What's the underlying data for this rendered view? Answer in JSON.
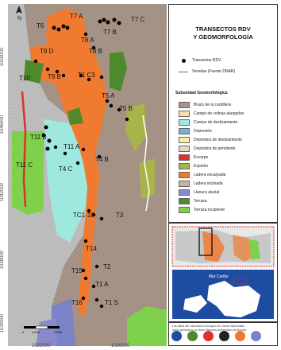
{
  "map": {
    "colors": {
      "mountain": "#a8968a",
      "mountain_dark": "#8f7c70",
      "orange": "#f07a30",
      "cyan": "#9fe8e0",
      "green": "#7fd04a",
      "dark_green": "#4e8a2c",
      "red": "#e0302a",
      "olive": "#a8b44a",
      "hillshade": "#c9c9c9",
      "blue_purple": "#7a82c8"
    },
    "transect_labels": [
      {
        "id": "t6",
        "text": "T6"
      },
      {
        "id": "t7a",
        "text": "T7 A"
      },
      {
        "id": "t7c",
        "text": "T7 C"
      },
      {
        "id": "t7b",
        "text": "T7 B"
      },
      {
        "id": "t8a",
        "text": "T8 A"
      },
      {
        "id": "t8b",
        "text": "T8 B"
      },
      {
        "id": "t9d",
        "text": "T9 D"
      },
      {
        "id": "t9b",
        "text": "T9 B"
      },
      {
        "id": "t1c3",
        "text": "T1 C3"
      },
      {
        "id": "t10",
        "text": "T10"
      },
      {
        "id": "t5a",
        "text": "T5 A"
      },
      {
        "id": "t5b",
        "text": "T5 B"
      },
      {
        "id": "t11b",
        "text": "T11 B"
      },
      {
        "id": "t11a",
        "text": "T11 A"
      },
      {
        "id": "t11c",
        "text": "T11 C"
      },
      {
        "id": "t4c",
        "text": "T4 C"
      },
      {
        "id": "t4b",
        "text": "T4 B"
      },
      {
        "id": "tc10",
        "text": "TC1-10"
      },
      {
        "id": "t3",
        "text": "T3"
      },
      {
        "id": "t14",
        "text": "T14"
      },
      {
        "id": "t15",
        "text": "T15"
      },
      {
        "id": "t2",
        "text": "T2"
      },
      {
        "id": "t1a",
        "text": "T1 A"
      },
      {
        "id": "t16",
        "text": "T16"
      },
      {
        "id": "t1s",
        "text": "T1 S"
      }
    ],
    "north_arrow": "N",
    "scale_labels": [
      "0",
      "1.000",
      "2.000"
    ],
    "coords_left": [
      "1050000",
      "1046000",
      "1042000",
      "1038000",
      "1034000"
    ],
    "coords_bottom": [
      "1022000",
      "1026000"
    ]
  },
  "legend": {
    "title_line1": "TRANSECTOS RDV",
    "title_line2": "Y GEOMORFOLOGÍA",
    "symbols": [
      {
        "label": "Transectos RDV",
        "kind": "dot"
      },
      {
        "label": "Veredas (Fuente DNAR)",
        "kind": "line"
      }
    ],
    "subheading": "Subunidad Geomorfológica",
    "units": [
      {
        "label": "Brazo de la cordillera",
        "color": "#a8968a"
      },
      {
        "label": "Campo de colinas alargadas",
        "color": "#f7e0a8"
      },
      {
        "label": "Cuerpo de deslizamiento",
        "color": "#9fe8e0"
      },
      {
        "label": "Depresión",
        "color": "#7ab0d8"
      },
      {
        "label": "Depósitos de deslizamiento",
        "color": "#f4f0a0"
      },
      {
        "label": "Depósitos de pendiente",
        "color": "#e8d8c0"
      },
      {
        "label": "Escarpe",
        "color": "#e0302a"
      },
      {
        "label": "Espolón",
        "color": "#a8b44a"
      },
      {
        "label": "Ladera escarpada",
        "color": "#f07a30"
      },
      {
        "label": "Ladera inclinada",
        "color": "#c8b4a0"
      },
      {
        "label": "Llanura aluvial",
        "color": "#8a8ac8"
      },
      {
        "label": "Terraza",
        "color": "#4e8a2c"
      },
      {
        "label": "Terraza incipiente",
        "color": "#7fd04a"
      }
    ]
  },
  "inset": {
    "sea_color": "#1e4ca0",
    "land_color": "#ffffff",
    "country_outline": "#e0302a",
    "region_color": "#d0d0d0",
    "sea_label": "Mar Caribe"
  },
  "credits": {
    "line1": "Los datos del Laboratorio Ecológico de Carnes Nacionales",
    "line2": "datos generados por Área Sistemas Ambientales de Bogotá"
  }
}
